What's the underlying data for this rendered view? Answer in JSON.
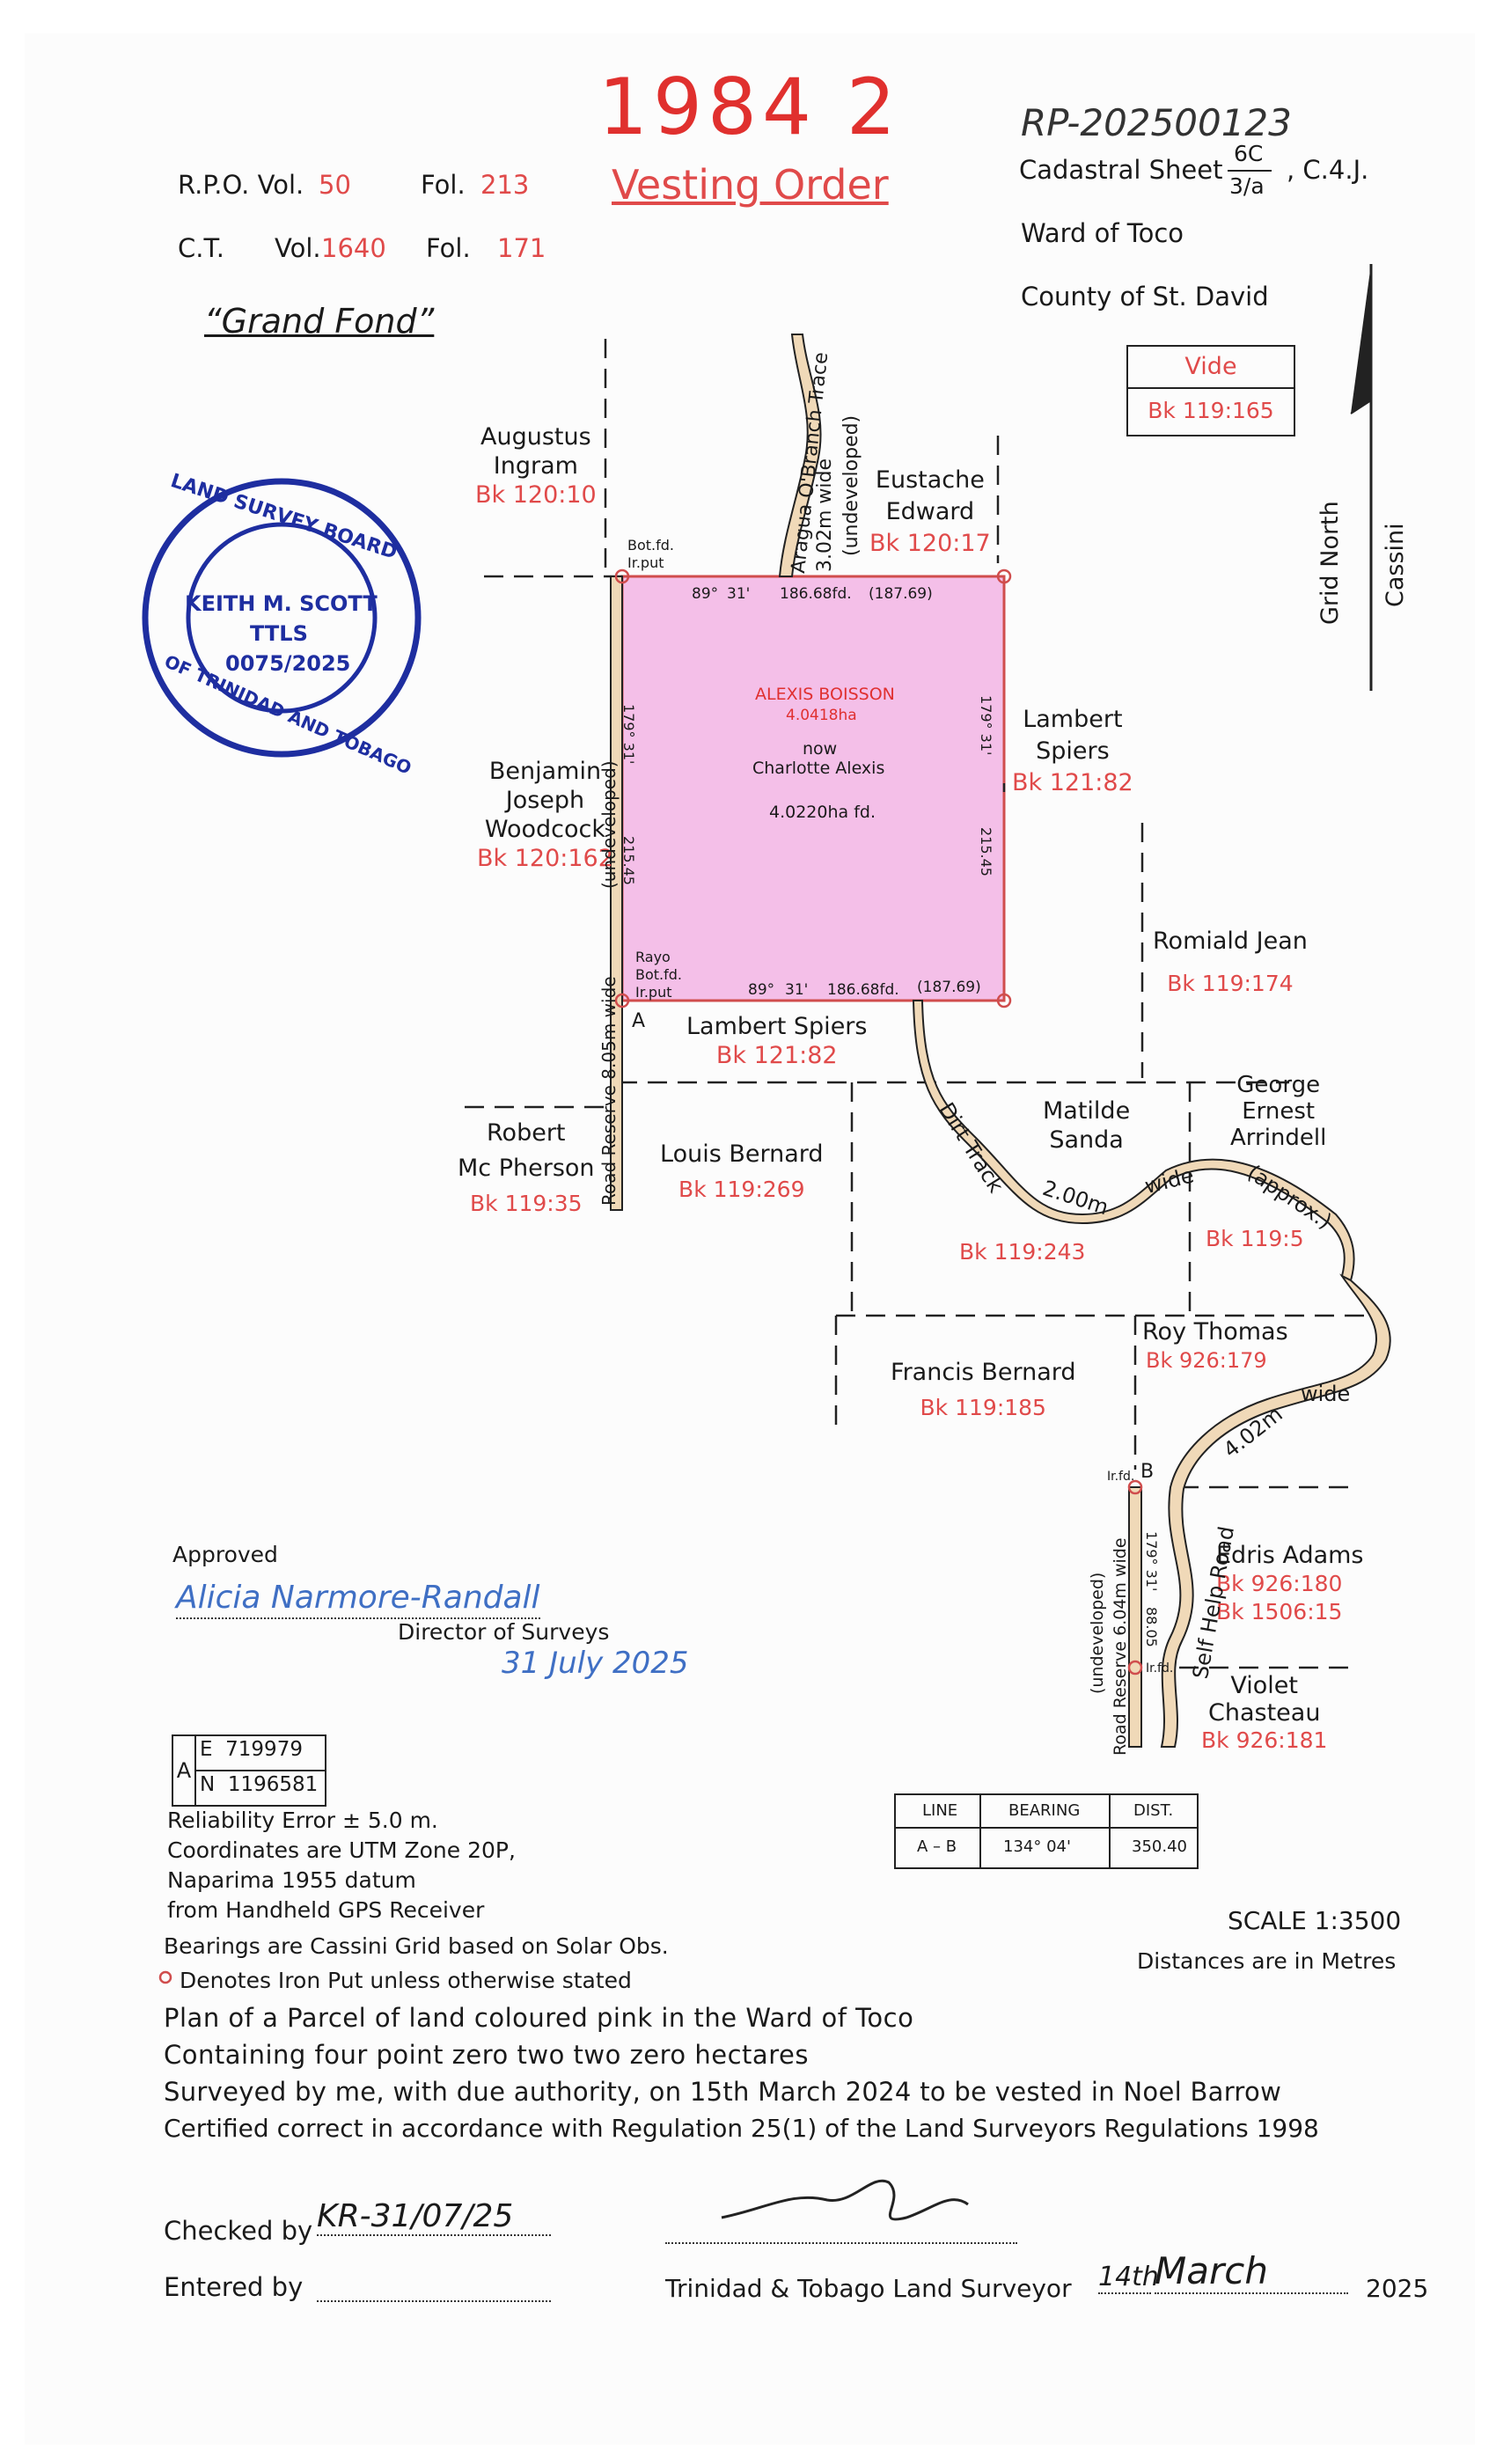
{
  "header": {
    "plan_number": "1984 2",
    "order_type": "Vesting Order",
    "reference": "RP-202500123",
    "rpo_label": "R.P.O. Vol.",
    "rpo_vol": "50",
    "fol_label": "Fol.",
    "rpo_fol": "213",
    "ct_label": "C.T.",
    "ct_vol_label": "Vol.",
    "ct_vol": "1640",
    "ct_fol": "171",
    "cadastral_label": "Cadastral Sheet",
    "cadastral_top": "6C",
    "cadastral_bottom": "3/a",
    "cadastral_suffix": ", C.4.J.",
    "ward": "Ward of Toco",
    "county": "County of St. David",
    "estate_name": "“Grand Fond”",
    "vide_label": "Vide",
    "vide_ref": "Bk 119:165"
  },
  "stamp": {
    "ring_text_top": "LAND SURVEY BOARD",
    "ring_text_bottom": "OF TRINIDAD AND TOBAGO",
    "name": "KEITH M. SCOTT",
    "title": "TTLS",
    "number": "0075/2025"
  },
  "north": {
    "label1": "Grid North",
    "label2": "Cassini"
  },
  "parcel": {
    "owner": "ALEXIS BOISSON",
    "owner_area": "4.0418ha",
    "now_label": "now",
    "current_owner": "Charlotte Alexis",
    "found_area": "4.0220ha fd.",
    "top_bearing_deg": "89°",
    "top_bearing_min": "31'",
    "top_dist": "186.68fd.",
    "top_dist_paren": "(187.69)",
    "bottom_bearing_deg": "89°",
    "bottom_bearing_min": "31'",
    "bottom_dist": "186.68fd.",
    "bottom_dist_paren": "(187.69)",
    "side_bearing_deg": "179°",
    "side_bearing_min": "31'",
    "side_dist": "215.45",
    "corner_tl": "Bot.fd.",
    "corner_tl2": "Ir.put",
    "corner_bl1": "Rayo",
    "corner_bl2": "Bot.fd.",
    "corner_bl3": "Ir.put",
    "point_a": "A",
    "point_b": "B"
  },
  "neighbours": [
    {
      "name": "Augustus\nIngram",
      "ref": "Bk 120:10"
    },
    {
      "name": "Eustache\nEdward",
      "ref": "Bk 120:17"
    },
    {
      "name": "Lambert\nSpiers",
      "ref": "Bk 121:82"
    },
    {
      "name": "Benjamin\nJoseph\nWoodcock",
      "ref": "Bk 120:162"
    },
    {
      "name": "Romiald Jean",
      "ref": "Bk 119:174"
    },
    {
      "name": "Lambert Spiers",
      "ref": "Bk 121:82"
    },
    {
      "name": "George\nErnest\nArrindell",
      "ref": "Bk 119:5"
    },
    {
      "name": "Matilde\nSanda",
      "ref": "Bk 119:243"
    },
    {
      "name": "Robert\nMc Pherson",
      "ref": "Bk 119:35"
    },
    {
      "name": "Louis Bernard",
      "ref": "Bk 119:269"
    },
    {
      "name": "Roy Thomas",
      "ref": "Bk 926:179"
    },
    {
      "name": "Francis Bernard",
      "ref": "Bk 119:185"
    },
    {
      "name": "Edris Adams",
      "ref": "Bk 926:180",
      "ref2": "Bk 1506:15"
    },
    {
      "name": "Violet\nChasteau",
      "ref": "Bk 926:181"
    }
  ],
  "roads": {
    "trace": "Aragua O'Branch Trace",
    "trace_width": "3.02m wide",
    "trace_status": "(undeveloped)",
    "reserve_left": "Road Reserve 8.05m wide",
    "reserve_left_status": "(undeveloped)",
    "dirt_track": "Dirt Track",
    "dirt_width": "2.00m",
    "dirt_wide": "wide",
    "dirt_approx": "(approx.)",
    "self_help": "Self Help Road",
    "self_help_width": "4.02m",
    "self_help_wide": "wide",
    "reserve_right": "Road Reserve 6.04m wide",
    "reserve_right_status": "(undeveloped)",
    "irfd": "Ir.fd.",
    "right_bearing": "179° 31'",
    "right_dist": "88.05"
  },
  "approval": {
    "approved_label": "Approved",
    "signature": "Alicia Narmore-Randall",
    "title": "Director of Surveys",
    "date": "31 July 2025"
  },
  "coordinates": {
    "point": "A",
    "easting": "E  719979",
    "northing": "N  1196581"
  },
  "line_table": {
    "headers": [
      "LINE",
      "BEARING",
      "DIST."
    ],
    "rows": [
      [
        "A – B",
        "134° 04'",
        "350.40"
      ]
    ]
  },
  "notes": {
    "reliability": "Reliability Error  ± 5.0 m.",
    "utm": "Coordinates are UTM Zone 20P,",
    "datum": "Naparima 1955 datum",
    "source": "from Handheld GPS Receiver",
    "bearings": "Bearings are Cassini Grid based on Solar Obs.",
    "iron_put": "Denotes Iron Put unless otherwise stated",
    "scale": "SCALE 1:3500",
    "distances": "Distances are in Metres"
  },
  "certification": {
    "line1": "Plan of a Parcel of land coloured pink in the Ward of Toco",
    "line2": "Containing four point zero two two zero hectares",
    "line3": "Surveyed by me, with due authority, on 15th March 2024 to be vested in Noel Barrow",
    "line4": "Certified correct in accordance with Regulation 25(1) of the Land Surveyors Regulations 1998"
  },
  "footer": {
    "checked_label": "Checked by",
    "checked_value": "KR-31/07/25",
    "entered_label": "Entered by",
    "surveyor_label": "Trinidad & Tobago Land Surveyor",
    "day": "14th",
    "month": "March",
    "year": "2025"
  },
  "colors": {
    "pink_fill": "#f4bfe8",
    "red_text": "#e04a4a",
    "stamp_blue": "#1e2ea0",
    "road_tan": "#f0d9b8",
    "signature_blue": "#3f6fc4"
  }
}
